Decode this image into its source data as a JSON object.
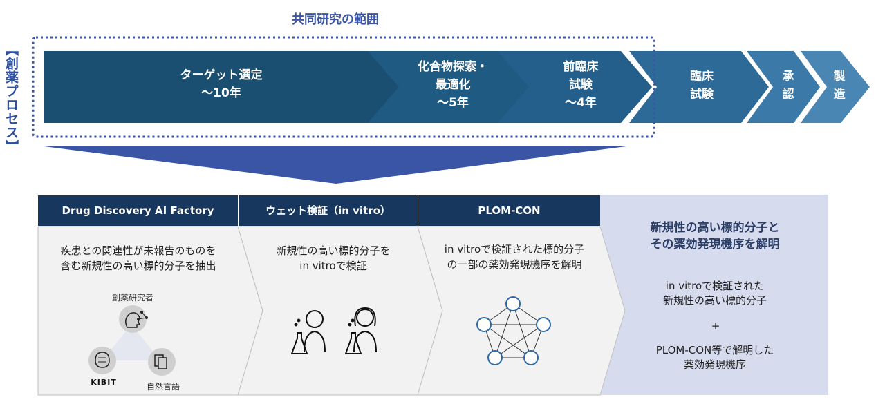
{
  "scope_title": "共同研究の範囲",
  "side_label": "【創薬プロセス】",
  "stages": [
    {
      "lines": [
        "ターゲット選定",
        "〜10年"
      ]
    },
    {
      "lines": [
        "化合物探索・",
        "最適化",
        "〜5年"
      ]
    },
    {
      "lines": [
        "前臨床",
        "試験",
        "〜4年"
      ]
    },
    {
      "lines": [
        "臨床",
        "試験"
      ]
    },
    {
      "lines": [
        "承",
        "認"
      ]
    },
    {
      "lines": [
        "製",
        "造"
      ]
    }
  ],
  "cards": [
    {
      "header": "Drug Discovery AI Factory",
      "text": [
        "疾患との関連性が未報告のものを",
        "含む新規性の高い標的分子を抽出"
      ]
    },
    {
      "header": "ウェット検証（in vitro）",
      "text": [
        "新規性の高い標的分子を",
        "in vitroで検証"
      ]
    },
    {
      "header": "PLOM-CON",
      "text": [
        "in vitroで検証された標的分子",
        "の一部の薬効発現機序を解明"
      ]
    }
  ],
  "ai_factory": {
    "researcher_label": "創薬研究者",
    "kibit_label": "KIBIT",
    "nlp_label": "自然言語"
  },
  "result": {
    "title": [
      "新規性の高い標的分子と",
      "その薬効発現機序を解明"
    ],
    "line1": [
      "in vitroで検証された",
      "新規性の高い標的分子"
    ],
    "plus": "+",
    "line2": [
      "PLOM-CON等で解明した",
      "薬効発現機序"
    ]
  },
  "colors": {
    "stage1": "#1b4f72",
    "stage2": "#1e5a82",
    "stage3": "#235f8a",
    "stage4": "#2d6a98",
    "stage5": "#3a79a8",
    "stage6": "#4a86b3",
    "header": "#17375e",
    "funnel": "#3a55a5",
    "result_bg": "#d6dcee"
  }
}
